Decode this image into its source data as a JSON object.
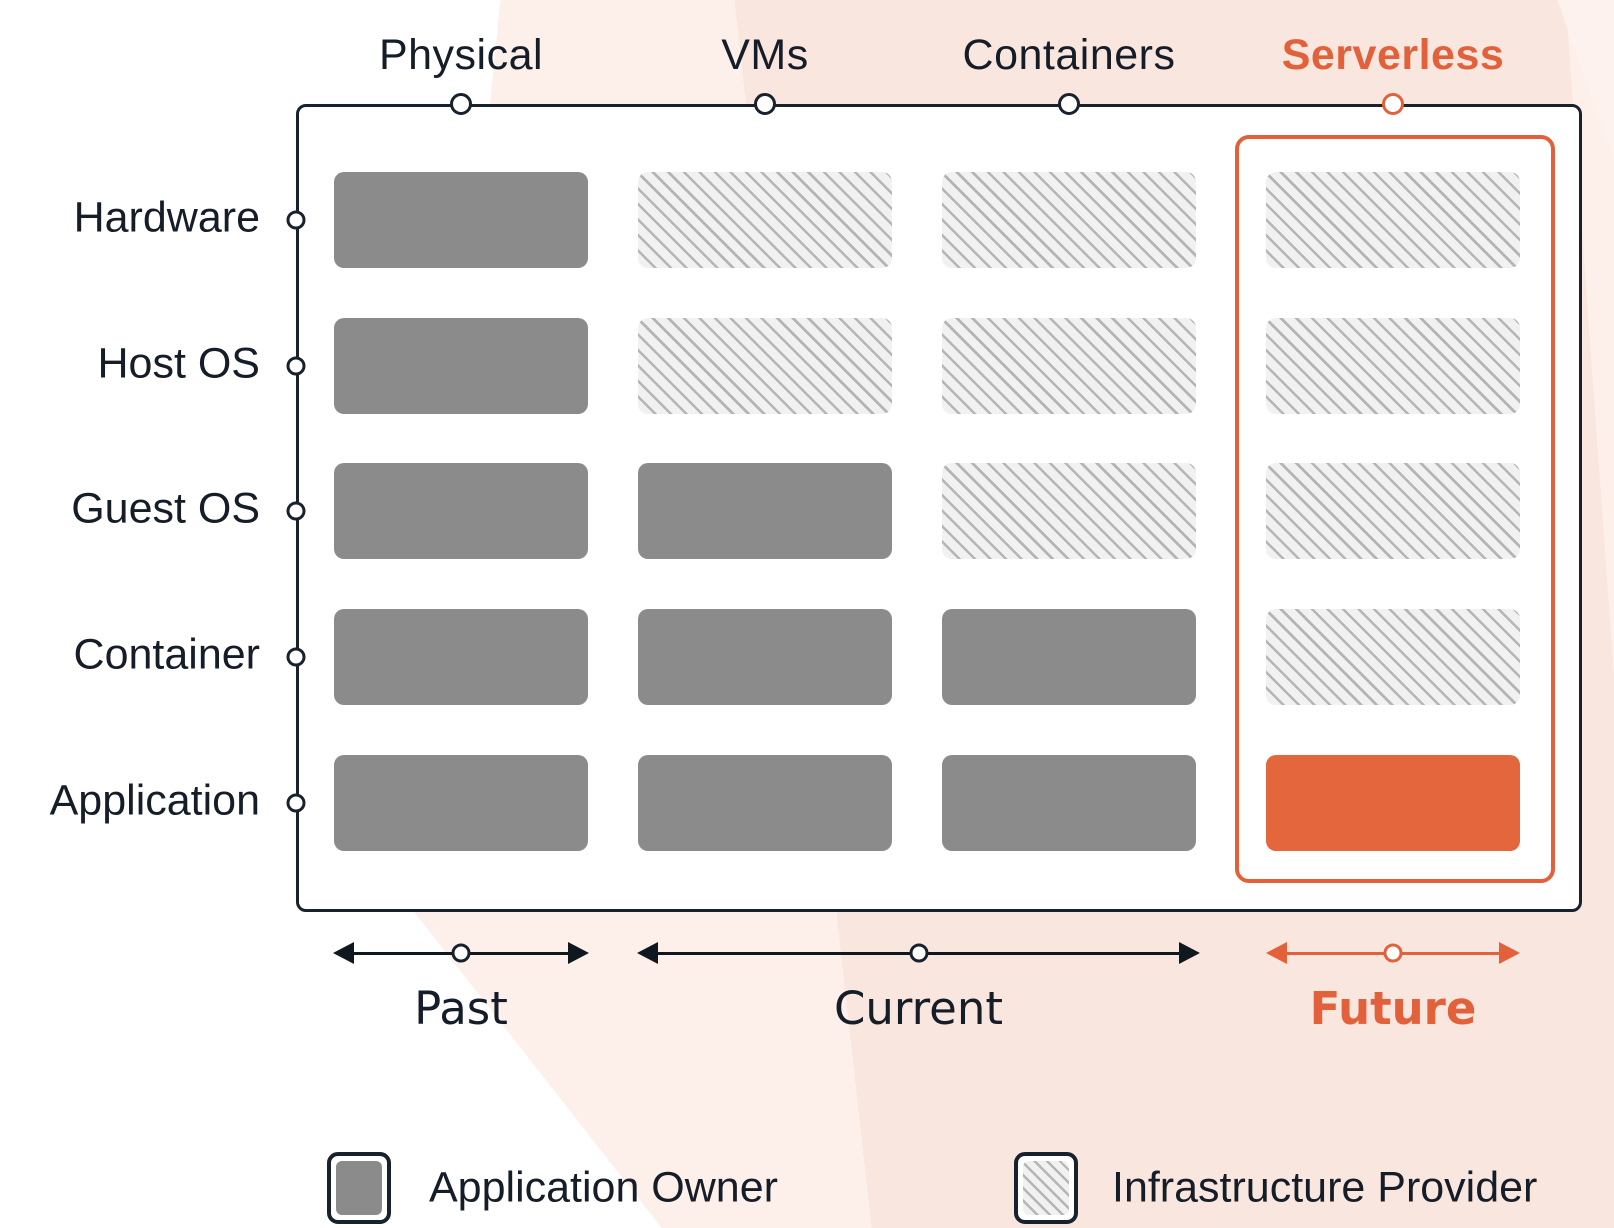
{
  "colors": {
    "ink": "#151d28",
    "accent": "#e2613a",
    "accent_cell_fill": "#e4663c",
    "owner_gray": "#8b8b8b",
    "hatch_background": "#f1f1f1",
    "hatch_line": "#b5b5b5",
    "peach_light": "#fdf0ea",
    "peach_deep": "#f9e7df"
  },
  "columns": [
    {
      "label": "Physical",
      "accent": false
    },
    {
      "label": "VMs",
      "accent": false
    },
    {
      "label": "Containers",
      "accent": false
    },
    {
      "label": "Serverless",
      "accent": true
    }
  ],
  "rows": [
    {
      "label": "Hardware"
    },
    {
      "label": "Host OS"
    },
    {
      "label": "Guest OS"
    },
    {
      "label": "Container"
    },
    {
      "label": "Application"
    }
  ],
  "grid": [
    [
      "owner",
      "provider",
      "provider",
      "provider"
    ],
    [
      "owner",
      "provider",
      "provider",
      "provider"
    ],
    [
      "owner",
      "owner",
      "provider",
      "provider"
    ],
    [
      "owner",
      "owner",
      "owner",
      "provider"
    ],
    [
      "owner",
      "owner",
      "owner",
      "accent"
    ]
  ],
  "timeline": [
    {
      "label": "Past",
      "accent": false
    },
    {
      "label": "Current",
      "accent": false
    },
    {
      "label": "Future",
      "accent": true
    }
  ],
  "legend": [
    {
      "swatch": "owner",
      "label": "Application Owner"
    },
    {
      "swatch": "provider",
      "label": "Infrastructure Provider"
    }
  ]
}
